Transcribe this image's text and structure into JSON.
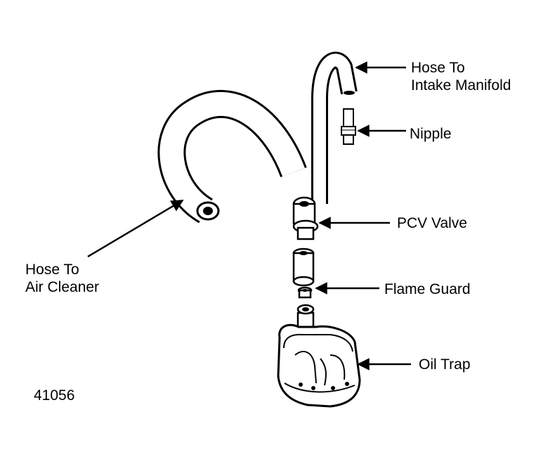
{
  "figure_id": "41056",
  "labels": {
    "hose_intake_line1": "Hose To",
    "hose_intake_line2": "Intake Manifold",
    "nipple": "Nipple",
    "pcv_valve": "PCV Valve",
    "flame_guard": "Flame Guard",
    "oil_trap": "Oil Trap",
    "hose_air_line1": "Hose To",
    "hose_air_line2": "Air Cleaner"
  },
  "colors": {
    "ink": "#000000",
    "paper": "#ffffff"
  }
}
